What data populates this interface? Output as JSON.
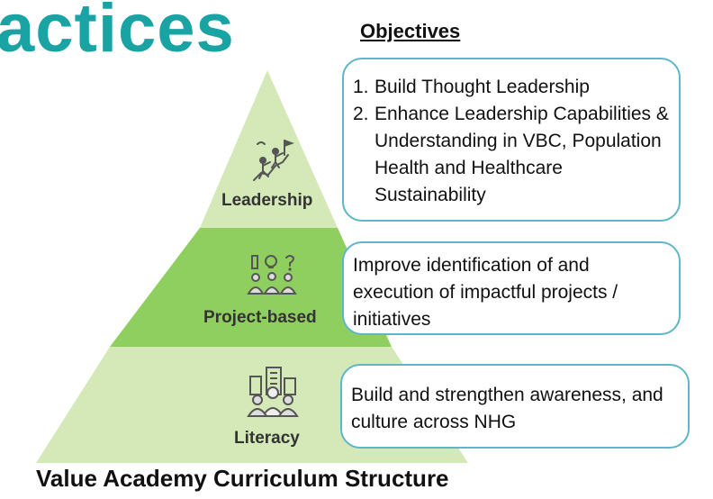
{
  "header": {
    "title_fragment": "actices"
  },
  "objectives_heading": "Objectives",
  "pyramid": {
    "levels": [
      {
        "label": "Leadership",
        "icon": "climbing-team-icon",
        "color": "#d4e8b8"
      },
      {
        "label": "Project-based",
        "icon": "team-ideas-icon",
        "color": "#8fcf5f"
      },
      {
        "label": "Literacy",
        "icon": "people-city-icon",
        "color": "#d4e8b8"
      }
    ]
  },
  "objectives": {
    "leadership": [
      {
        "num": "1.",
        "text": "Build Thought Leadership"
      },
      {
        "num": "2.",
        "text": "Enhance Leadership Capabilities & Understanding in VBC, Population Health and Healthcare Sustainability"
      }
    ],
    "project_based": "Improve identification of and execution of impactful projects / initiatives",
    "literacy": "Build and strengthen awareness, and culture across NHG"
  },
  "caption": "Value Academy Curriculum Structure",
  "colors": {
    "accent_teal": "#1aa3a3",
    "box_border": "#5fb6c6"
  }
}
